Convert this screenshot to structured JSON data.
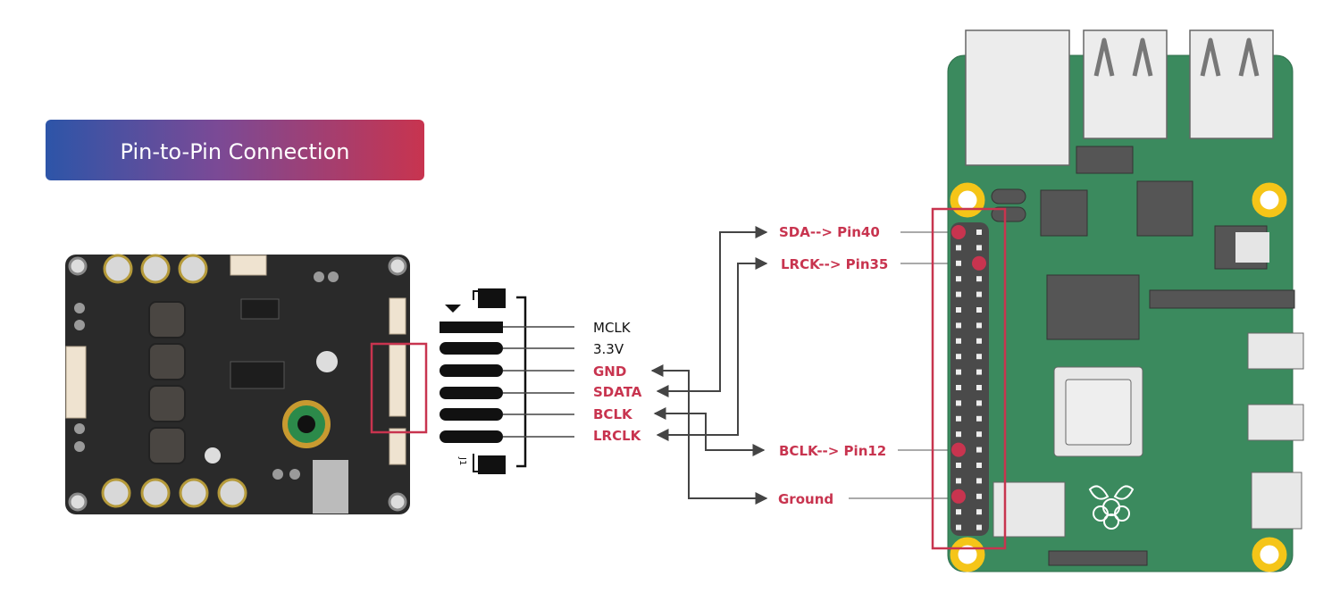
{
  "title": "Pin-to-Pin Connection",
  "colors": {
    "accent_red": "#c8344f",
    "banner_start": "#2d55a8",
    "banner_end": "#c8344f",
    "pi_green": "#3b8a5e",
    "pcb_dark": "#2a2a2a",
    "wire": "#444444"
  },
  "connector": {
    "designator": "J1",
    "pins": [
      {
        "label": "MCLK",
        "highlight": false
      },
      {
        "label": "3.3V",
        "highlight": false
      },
      {
        "label": "GND",
        "highlight": true
      },
      {
        "label": "SDATA",
        "highlight": true
      },
      {
        "label": "BCLK",
        "highlight": true
      },
      {
        "label": "LRCLK",
        "highlight": true
      }
    ]
  },
  "pi_labels": {
    "sda": "SDA--> Pin40",
    "lrck": "LRCK--> Pin35",
    "bclk": "BCLK--> Pin12",
    "ground": "Ground"
  },
  "header": {
    "rows": 20,
    "columns": 2,
    "highlighted": [
      {
        "row": 0,
        "col": 0
      },
      {
        "row": 2,
        "col": 1
      },
      {
        "row": 14,
        "col": 0
      },
      {
        "row": 17,
        "col": 0
      }
    ]
  },
  "icons": [
    "raspberry-pi-logo",
    "arrow-right",
    "arrow-left"
  ]
}
